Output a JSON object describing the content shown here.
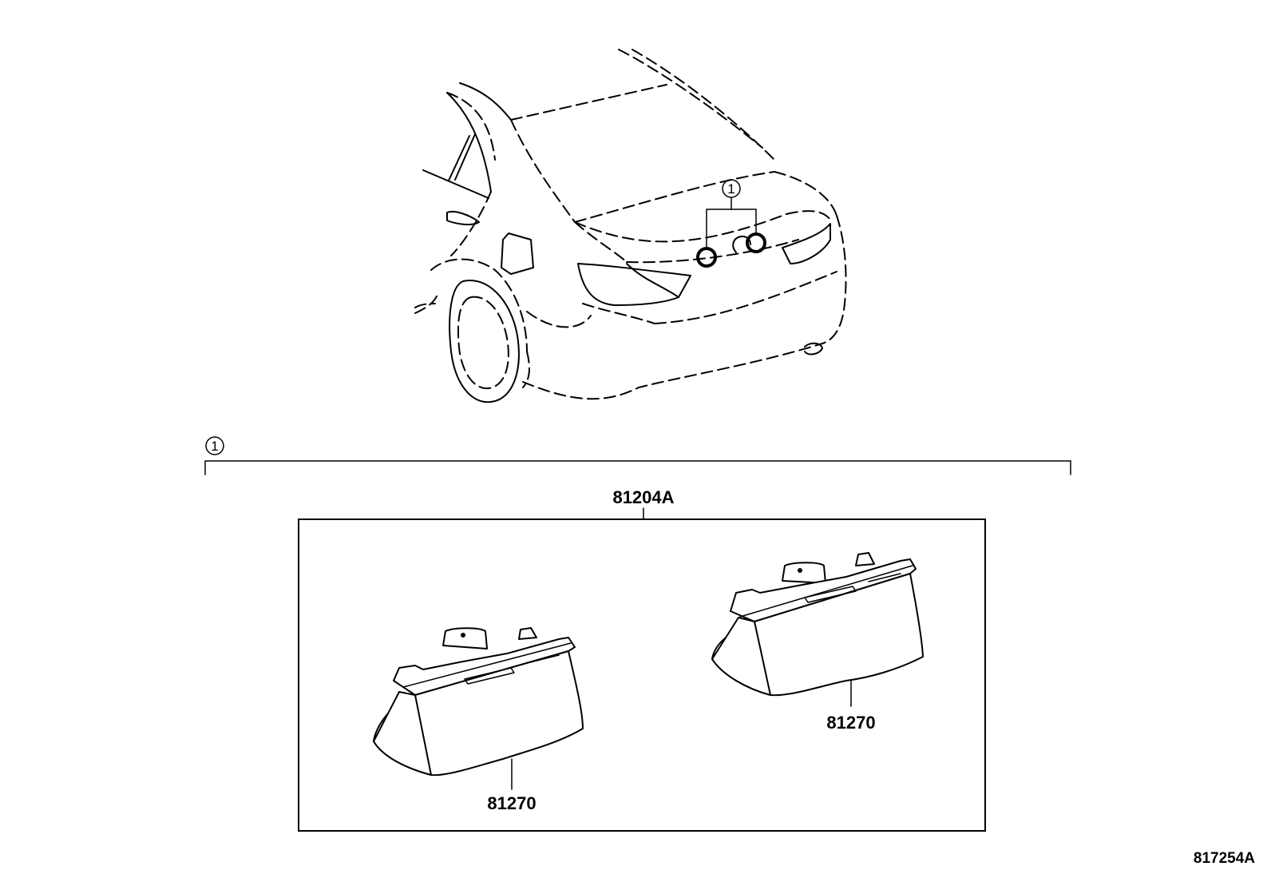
{
  "callout": {
    "number": "1"
  },
  "section": {
    "number": "1"
  },
  "assembly": {
    "part_number": "81204A"
  },
  "parts": [
    {
      "part_number": "81270"
    },
    {
      "part_number": "81270"
    }
  ],
  "figure": {
    "code": "817254A"
  }
}
